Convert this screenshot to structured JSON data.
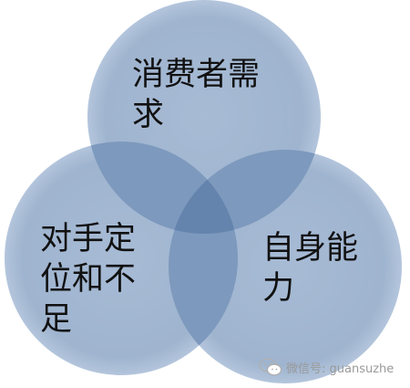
{
  "colors": {
    "circle_fill": "#9fb4cf",
    "circle_edge": "#bfcfe2",
    "overlap_two": "#7d99bd",
    "overlap_three": "#6483ad",
    "background": "#ffffff"
  },
  "diagram": {
    "type": "venn-3",
    "circles": [
      {
        "id": "top",
        "label_lines": [
          "消费者需",
          "求"
        ]
      },
      {
        "id": "left",
        "label_lines": [
          "对手定",
          "位和不",
          "足"
        ]
      },
      {
        "id": "right",
        "label_lines": [
          "自身能",
          "力"
        ]
      }
    ]
  },
  "watermark": {
    "icon": "wechat-icon",
    "text": "微信号: guansuzhe"
  }
}
